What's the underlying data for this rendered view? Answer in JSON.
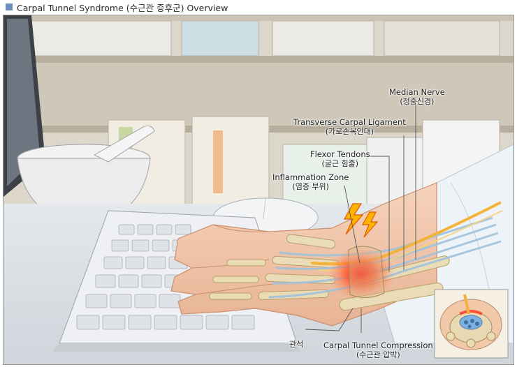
{
  "title": "Carpal Tunnel Syndrome (수근관 증후군) Overview",
  "colors": {
    "title_square": "#6b8fb8",
    "inflammation": "#ff2a1a",
    "median_nerve": "#f3b23a",
    "tendons": "#9fc2dc",
    "bone": "#e9dcb6"
  },
  "labels": {
    "median_nerve": {
      "en": "Median Nerve",
      "ko": "(정중신경)"
    },
    "transverse_carpal_ligament": {
      "en": "Transverse Carpal Ligament",
      "ko": "(가로손목인대)"
    },
    "flexor_tendons": {
      "en": "Flexor Tendons",
      "ko": "(굴근 힘줄)"
    },
    "inflammation_zone": {
      "en": "Inflammation Zone",
      "ko": "(염증 부위)"
    },
    "joint": "관석",
    "carpal_tunnel_compression": {
      "en": "Carpal Tunnel Compression",
      "ko": "(수근관 압박)"
    }
  }
}
